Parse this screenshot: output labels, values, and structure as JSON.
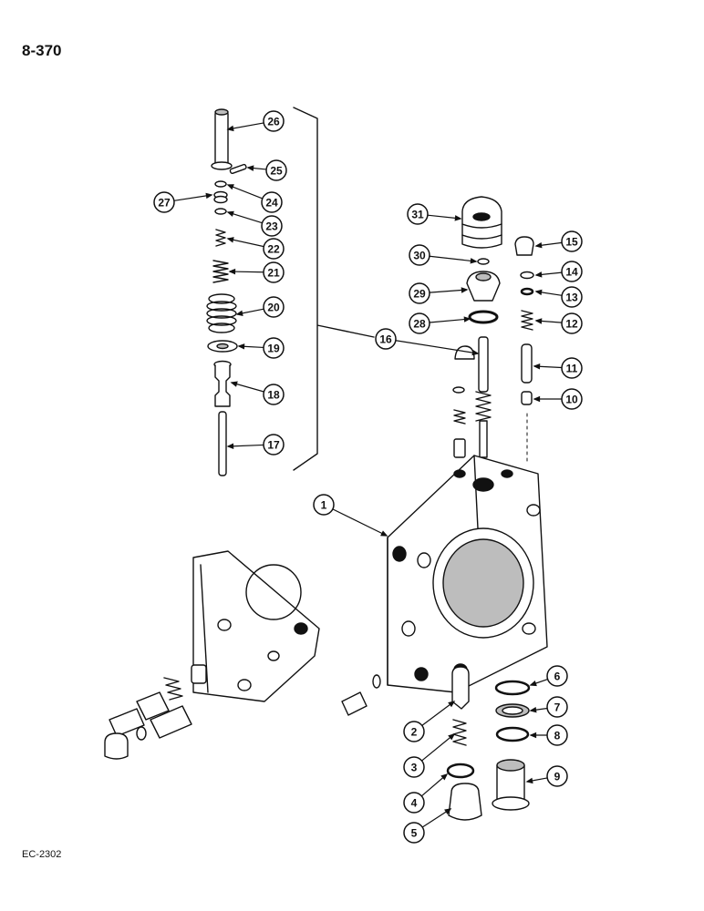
{
  "page_number": "8-370",
  "drawing_code": "EC-2302",
  "colors": {
    "ink": "#111111",
    "paper": "#ffffff",
    "shade": "#bdbdbd"
  },
  "callouts": [
    {
      "label": "26"
    },
    {
      "label": "25"
    },
    {
      "label": "27"
    },
    {
      "label": "24"
    },
    {
      "label": "23"
    },
    {
      "label": "22"
    },
    {
      "label": "21"
    },
    {
      "label": "20"
    },
    {
      "label": "19"
    },
    {
      "label": "18"
    },
    {
      "label": "17"
    },
    {
      "label": "31"
    },
    {
      "label": "15"
    },
    {
      "label": "30"
    },
    {
      "label": "14"
    },
    {
      "label": "29"
    },
    {
      "label": "13"
    },
    {
      "label": "28"
    },
    {
      "label": "12"
    },
    {
      "label": "16"
    },
    {
      "label": "11"
    },
    {
      "label": "10"
    },
    {
      "label": "1"
    },
    {
      "label": "6"
    },
    {
      "label": "7"
    },
    {
      "label": "2"
    },
    {
      "label": "8"
    },
    {
      "label": "3"
    },
    {
      "label": "9"
    },
    {
      "label": "4"
    },
    {
      "label": "5"
    }
  ]
}
